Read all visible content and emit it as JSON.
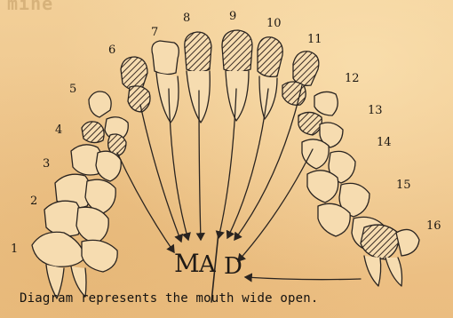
{
  "header_fragment": "mine",
  "tooth_numbers": [
    "1",
    "2",
    "3",
    "4",
    "5",
    "6",
    "7",
    "8",
    "9",
    "10",
    "11",
    "12",
    "13",
    "14",
    "15",
    "16"
  ],
  "jaw_labels": {
    "maxilla_m": "M",
    "maxilla_a": "A",
    "mandible": "D"
  },
  "caption": "Diagram represents the mouth wide open.",
  "colors": {
    "paper": "#efc98e",
    "ink": "#2a2420",
    "hatch": "#3a2c24"
  }
}
